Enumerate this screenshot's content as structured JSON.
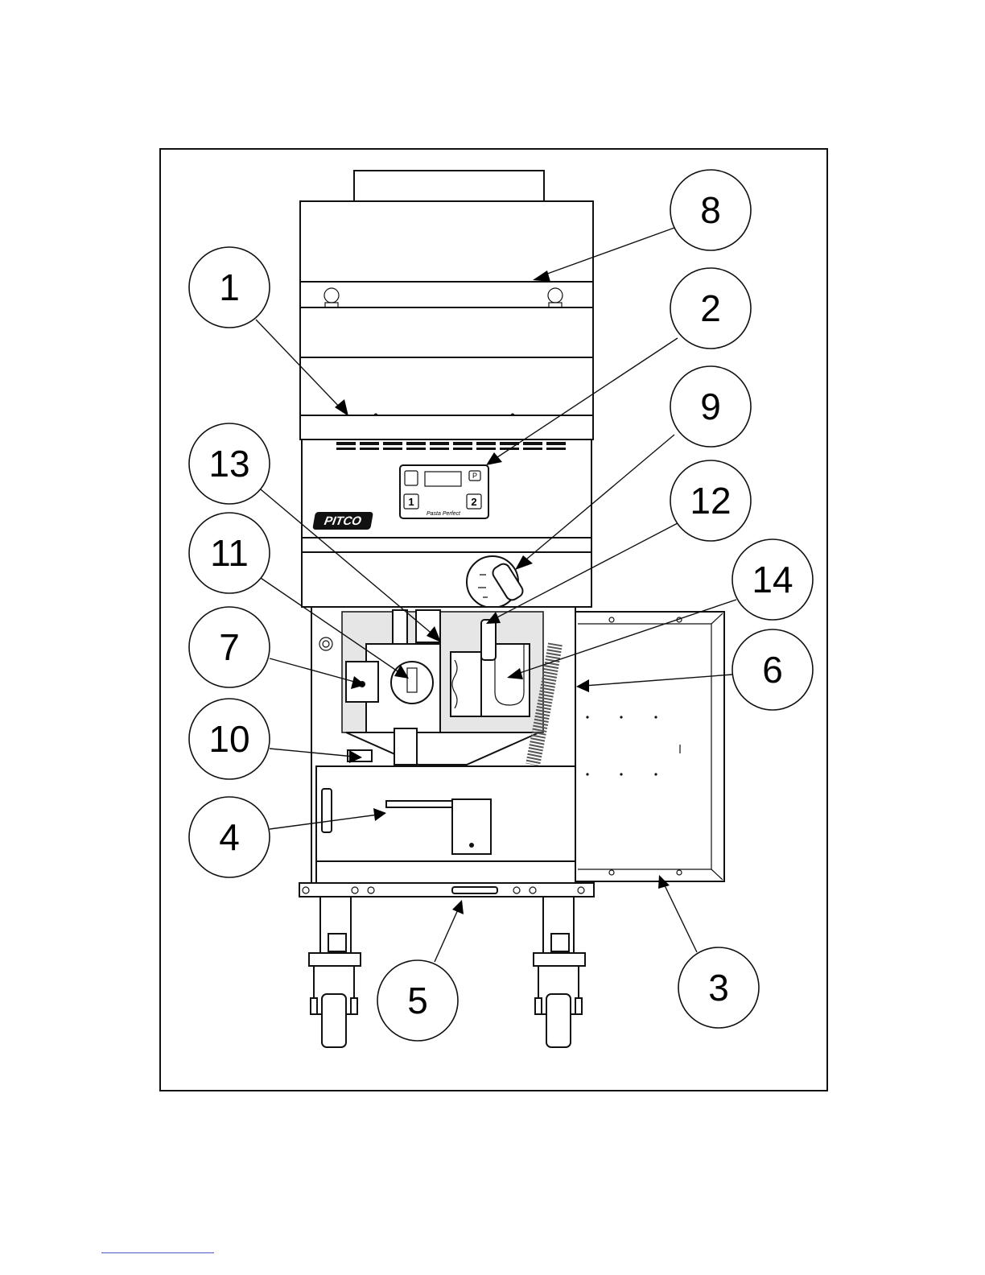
{
  "diagram": {
    "brand_logo": "PITCO",
    "panel_script": "Pasta Perfect",
    "panel_keys": {
      "left": "1",
      "right": "2",
      "program": "P"
    },
    "callouts": [
      {
        "id": "callout-1",
        "label": "1"
      },
      {
        "id": "callout-2",
        "label": "2"
      },
      {
        "id": "callout-3",
        "label": "3"
      },
      {
        "id": "callout-4",
        "label": "4"
      },
      {
        "id": "callout-5",
        "label": "5"
      },
      {
        "id": "callout-6",
        "label": "6"
      },
      {
        "id": "callout-7",
        "label": "7"
      },
      {
        "id": "callout-8",
        "label": "8"
      },
      {
        "id": "callout-9",
        "label": "9"
      },
      {
        "id": "callout-10",
        "label": "10"
      },
      {
        "id": "callout-11",
        "label": "11"
      },
      {
        "id": "callout-12",
        "label": "12"
      },
      {
        "id": "callout-13",
        "label": "13"
      },
      {
        "id": "callout-14",
        "label": "14"
      }
    ]
  }
}
